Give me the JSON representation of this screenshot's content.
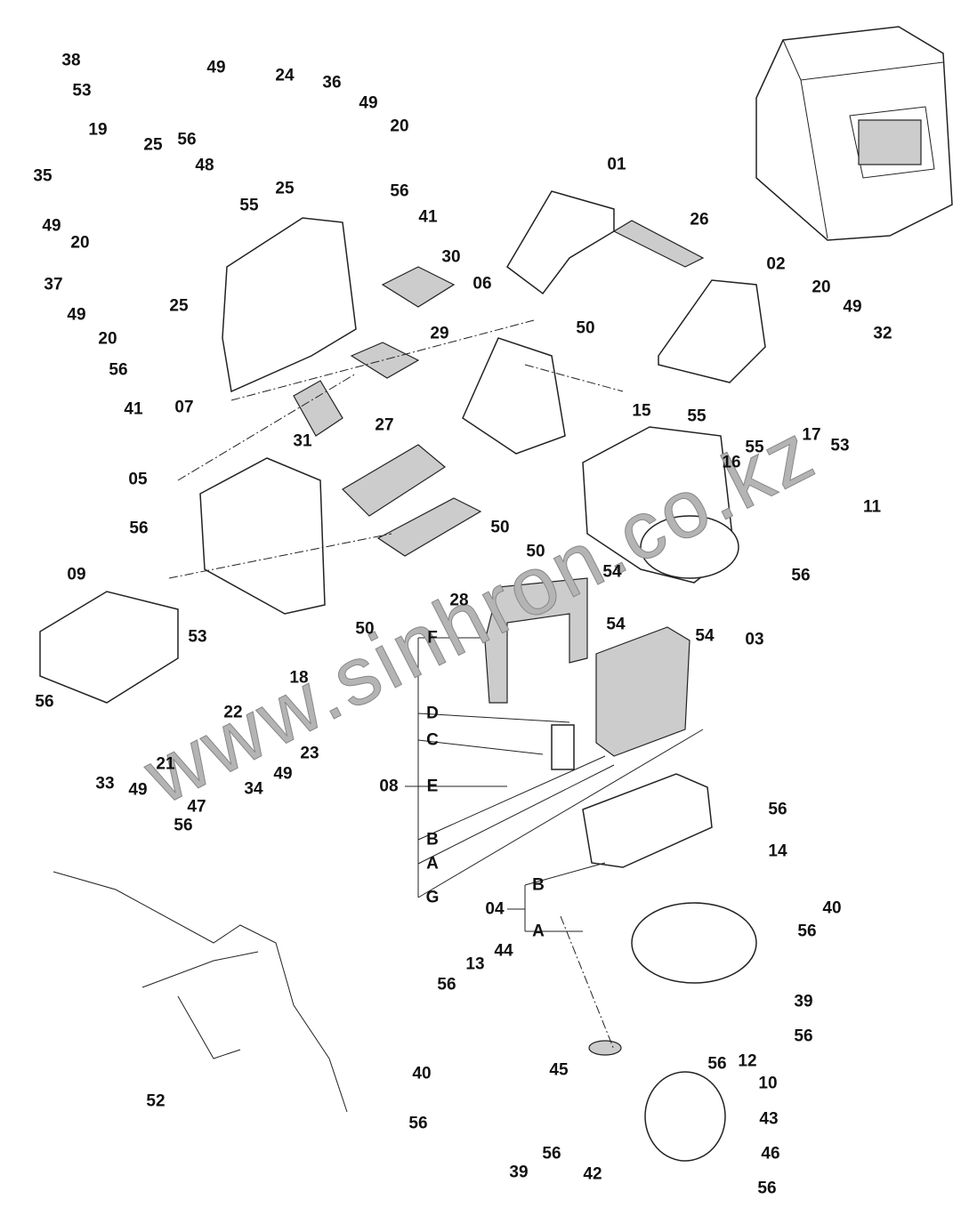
{
  "watermark": "www.sinhron.co.kz",
  "labels": [
    "38",
    "53",
    "19",
    "49",
    "24",
    "56",
    "48",
    "36",
    "49",
    "20",
    "25",
    "25",
    "35",
    "49",
    "20",
    "55",
    "56",
    "41",
    "30",
    "37",
    "49",
    "25",
    "20",
    "56",
    "41",
    "07",
    "06",
    "50",
    "29",
    "31",
    "27",
    "15",
    "01",
    "26",
    "02",
    "20",
    "49",
    "32",
    "55",
    "16",
    "55",
    "17",
    "53",
    "11",
    "05",
    "56",
    "50",
    "50",
    "54",
    "56",
    "28",
    "09",
    "54",
    "54",
    "03",
    "50",
    "F",
    "53",
    "18",
    "56",
    "22",
    "D",
    "C",
    "23",
    "21",
    "33",
    "49",
    "49",
    "34",
    "08",
    "E",
    "47",
    "56",
    "56",
    "B",
    "A",
    "G",
    "14",
    "B",
    "04",
    "A",
    "40",
    "56",
    "13",
    "44",
    "56",
    "39",
    "56",
    "12",
    "56",
    "45",
    "10",
    "40",
    "52",
    "56",
    "56",
    "43",
    "46",
    "39",
    "42",
    "56"
  ]
}
